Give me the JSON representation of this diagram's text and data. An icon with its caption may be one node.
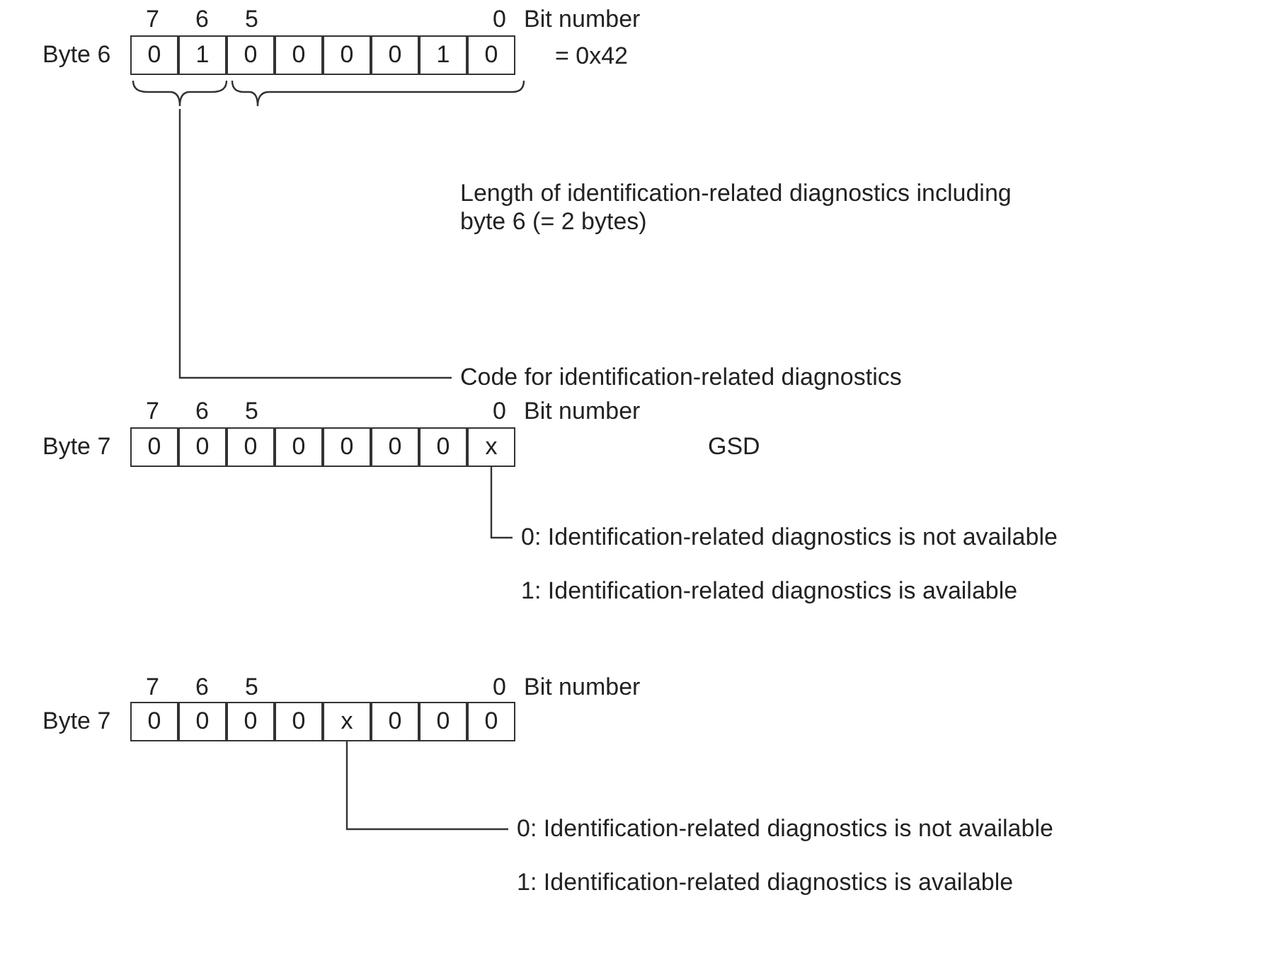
{
  "diagram": {
    "nodes": [
      {
        "text": [
          "Byte 6"
        ],
        "beside": [
          "= 0x42"
        ]
      },
      {
        "text": [
          "0"
        ],
        "in": 0
      },
      {
        "text": [
          "1"
        ],
        "in": 0
      },
      {
        "text": [
          "0"
        ],
        "in": 0
      },
      {
        "text": [
          "0"
        ],
        "in": 0
      },
      {
        "text": [
          "0"
        ],
        "in": 0
      },
      {
        "text": [
          "0"
        ],
        "in": 0
      },
      {
        "text": [
          "1"
        ],
        "in": 0
      },
      {
        "text": [
          "0"
        ],
        "in": 0
      },
      {
        "text": [],
        "shape": "bracket"
      },
      {
        "text": [
          "Code for identification-related diagnostics"
        ]
      },
      {
        "text": [
          "Byte 7"
        ]
      },
      {
        "text": [
          "0"
        ],
        "in": 11
      },
      {
        "text": [
          "0"
        ],
        "in": 11
      },
      {
        "text": [
          "0"
        ],
        "in": 11
      },
      {
        "text": [
          "0"
        ],
        "in": 11
      },
      {
        "text": [
          "0"
        ],
        "in": 11
      },
      {
        "text": [
          "0"
        ],
        "in": 11
      },
      {
        "text": [
          "0"
        ],
        "in": 11
      },
      {
        "text": [
          "x"
        ],
        "in": 11
      },
      {
        "text": [
          "0: Identification-related diagnostics is not available",
          "1: Identification-related diagnostics is available"
        ]
      },
      {
        "text": [
          "Byte 7"
        ]
      },
      {
        "text": [
          "0"
        ],
        "in": 21
      },
      {
        "text": [
          "0"
        ],
        "in": 21
      },
      {
        "text": [
          "0"
        ],
        "in": 21
      },
      {
        "text": [
          "0"
        ],
        "in": 21
      },
      {
        "text": [
          "x"
        ],
        "in": 21
      },
      {
        "text": [
          "0"
        ],
        "in": 21
      },
      {
        "text": [
          "0"
        ],
        "in": 21
      },
      {
        "text": [
          "0"
        ],
        "in": 21
      },
      {
        "text": [
          "0: Identification-related diagnostics is not available",
          "1: Identification-related diagnostics is available"
        ]
      }
    ],
    "edges": [
      {
        "from": 10,
        "to": 9,
        "arrow": "none"
      },
      {
        "from": 20,
        "to": 19,
        "arrow": "none"
      },
      {
        "from": 30,
        "to": 26,
        "arrow": "none"
      }
    ],
    "labels": [
      "7",
      "6",
      "5",
      "0",
      "Bit number",
      "Length of identification-related diagnostics including byte 6 (= 2 bytes)",
      "7",
      "6",
      "5",
      "0",
      "Bit number",
      "GSD",
      "7",
      "6",
      "5",
      "0",
      "Bit number"
    ]
  }
}
